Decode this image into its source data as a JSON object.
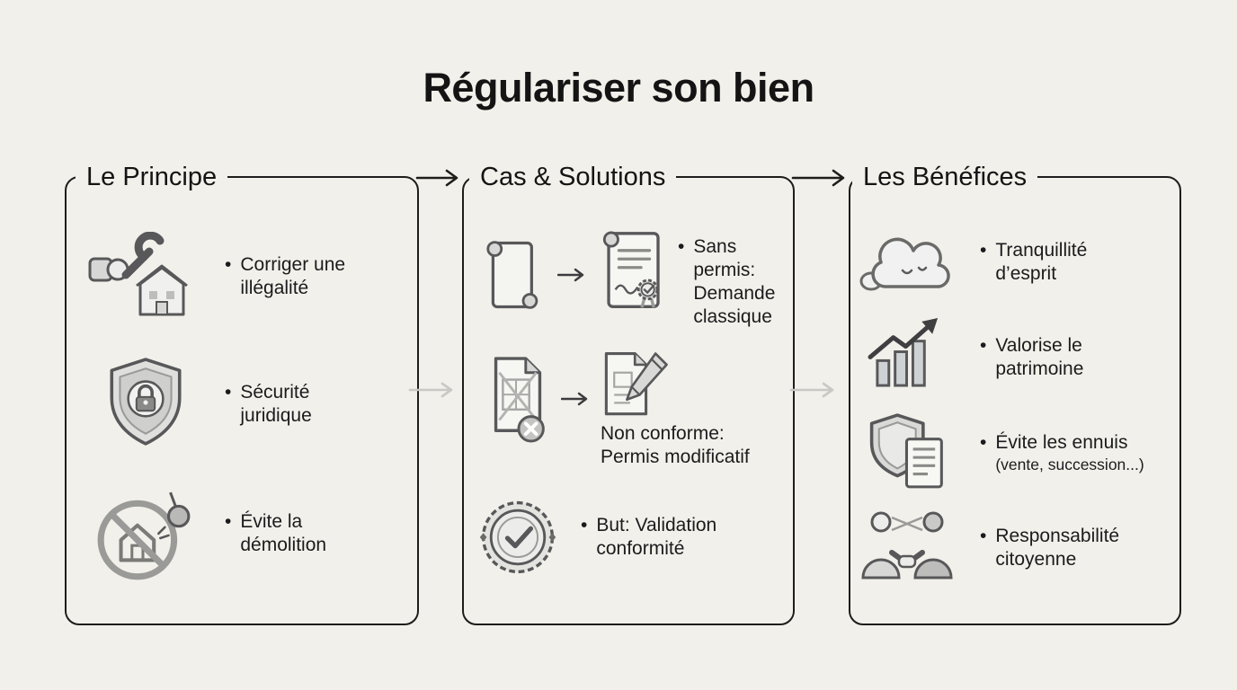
{
  "page": {
    "title": "Régulariser son bien",
    "background_color": "#f2f0ea",
    "border_color": "#1d1d1b",
    "text_color": "#1b1b1d",
    "muted_arrow_color": "#c9c8c4"
  },
  "sections": [
    {
      "heading": "Le Principe",
      "items": [
        {
          "icon": "hand-wrench-house-icon",
          "label": "Corriger une illégalité"
        },
        {
          "icon": "shield-lock-icon",
          "label": "Sécurité juridique"
        },
        {
          "icon": "no-demolition-icon",
          "label": "Évite la démolition"
        }
      ]
    },
    {
      "heading": "Cas & Solutions",
      "items": [
        {
          "icons": [
            "blank-scroll-icon",
            "stamped-permit-icon"
          ],
          "label": "Sans permis: Demande classique"
        },
        {
          "icons": [
            "rejected-plan-icon",
            "plan-edit-icon"
          ],
          "label": "Non conforme: Permis modificatif"
        },
        {
          "icon": "conformity-seal-icon",
          "label": "But: Validation conformité"
        }
      ]
    },
    {
      "heading": "Les Bénéfices",
      "items": [
        {
          "icon": "sleeping-cloud-icon",
          "label": "Tranquillité d’esprit"
        },
        {
          "icon": "growth-chart-icon",
          "label": "Valorise le patrimoine"
        },
        {
          "icon": "shield-document-icon",
          "label": "Évite les ennuis",
          "sub": "(vente, succession...)"
        },
        {
          "icon": "handshake-icon",
          "label": "Responsabilité citoyenne"
        }
      ]
    }
  ]
}
